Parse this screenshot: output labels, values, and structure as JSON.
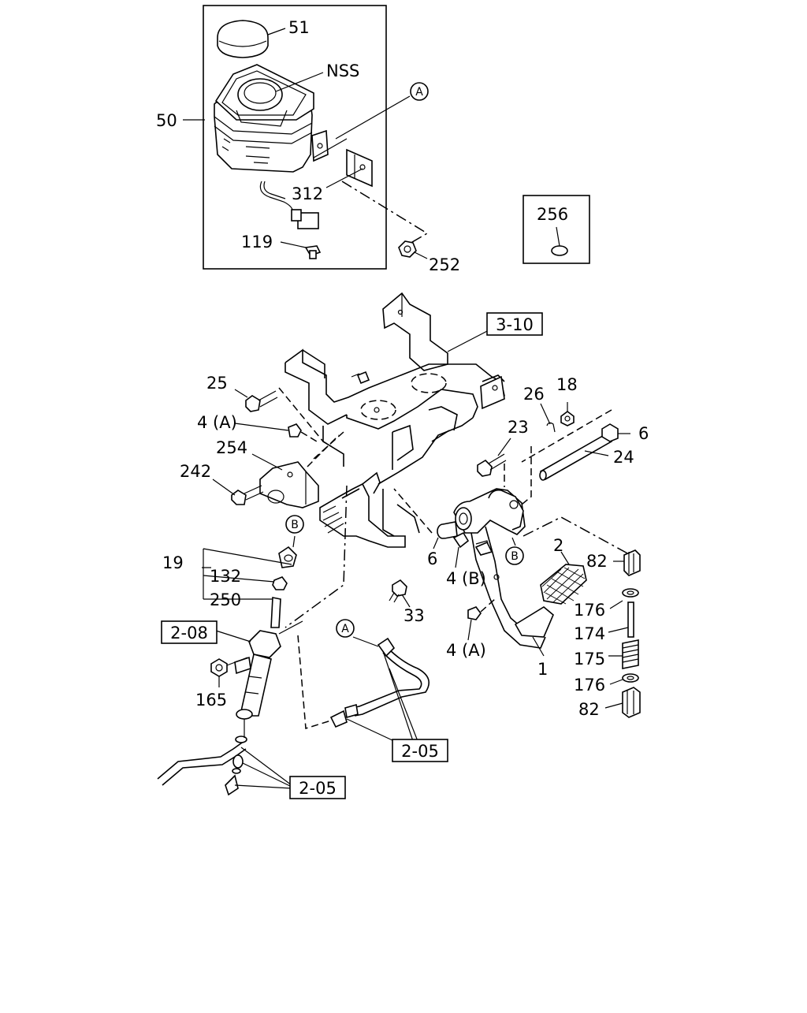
{
  "labels": {
    "p51": "51",
    "nss": "NSS",
    "p50": "50",
    "p312": "312",
    "p119": "119",
    "p252": "252",
    "p256": "256",
    "ref_3_10": "3-10",
    "p25": "25",
    "p4a_top": "4 (A)",
    "p254": "254",
    "p242": "242",
    "p26": "26",
    "p18": "18",
    "p23": "23",
    "p6_right": "6",
    "p24": "24",
    "p19": "19",
    "p132": "132",
    "p250": "250",
    "ref_2_08": "2-08",
    "p165": "165",
    "p6_mid": "6",
    "p4b": "4 (B)",
    "p33": "33",
    "p2": "2",
    "p82_top": "82",
    "p176_top": "176",
    "p174": "174",
    "p175": "175",
    "p176_bot": "176",
    "p82_bot": "82",
    "p4a_bot": "4 (A)",
    "p1": "1",
    "ref_2_05_mid": "2-05",
    "ref_2_05_bot": "2-05"
  },
  "callouts": {
    "a_top": "A",
    "a_mid": "A",
    "b_left": "B",
    "b_right": "B"
  }
}
